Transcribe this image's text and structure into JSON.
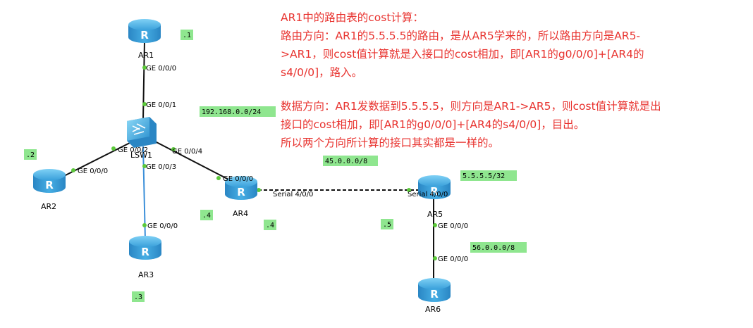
{
  "devices": {
    "ar1": "AR1",
    "ar2": "AR2",
    "ar3": "AR3",
    "ar4": "AR4",
    "ar5": "AR5",
    "ar6": "AR6",
    "lsw1": "LSW1",
    "router_glyph": "R"
  },
  "ports": {
    "ar1_g000": "GE 0/0/0",
    "lsw_g001": "GE 0/0/1",
    "lsw_g002": "GE 0/0/2",
    "lsw_g003": "GE 0/0/3",
    "lsw_g004": "GE 0/0/4",
    "ar2_g000": "GE 0/0/0",
    "ar3_g000": "GE 0/0/0",
    "ar4_g000": "GE 0/0/0",
    "ar4_s400": "Serial 4/0/0",
    "ar5_s400": "Serial 4/0/0",
    "ar5_g000": "GE 0/0/0",
    "ar6_g000": "GE 0/0/0"
  },
  "tags": {
    "ar1_host": ".1",
    "ar2_host": ".2",
    "ar3_host": ".3",
    "ar4_host_left": ".4",
    "ar4_host_right": ".4",
    "ar5_host": ".5",
    "net_lan": "192.168.0.0/24",
    "net_serial": "45.0.0.0/8",
    "net_loopback": "5.5.5.5/32",
    "net_ar56": "56.0.0.0/8"
  },
  "note": {
    "line1": "AR1中的路由表的cost计算：",
    "line2": "路由方向：AR1的5.5.5.5的路由，是从AR5学来的，所以路由方向是AR5-",
    "line3": ">AR1，则cost值计算就是入接口的cost相加，即[AR1的g0/0/0]+[AR4的",
    "line4": "s4/0/0]，路入。",
    "line5": "数据方向：AR1发数据到5.5.5.5，则方向是AR1->AR5，则cost值计算就是出",
    "line6": "接口的cost相加，即[AR1的g0/0/0]+[AR4的s4/0/0]，目出。",
    "line7": "所以两个方向所计算的接口其实都是一样的。"
  },
  "colors": {
    "note_text": "#e8332f",
    "tag_fill": "#8fe68f",
    "link_dot": "#5cc93b",
    "ar3_link": "#3b8fd9",
    "router_body": "#3aa0db"
  }
}
